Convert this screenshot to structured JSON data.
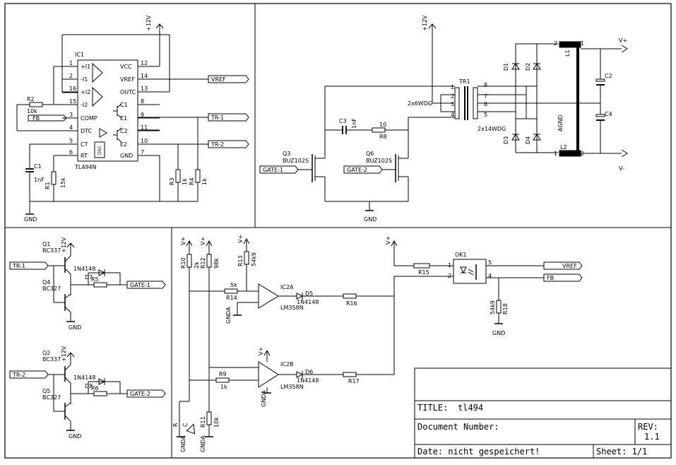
{
  "title_block": {
    "title_label": "TITLE:",
    "title_value": "tl494",
    "docnum_label": "Document Number:",
    "rev_label": "REV:",
    "rev_value": "1.1",
    "date_label": "Date: nicht gespeichert!",
    "sheet_label": "Sheet: 1/1"
  },
  "ic1": {
    "name": "IC1",
    "part": "TL494N",
    "left_pins": [
      {
        "num": "1",
        "label": "+I1"
      },
      {
        "num": "2",
        "label": "-I1"
      },
      {
        "num": "16",
        "label": "+I2"
      },
      {
        "num": "15",
        "label": "-I2"
      },
      {
        "num": "3",
        "label": "COMP"
      },
      {
        "num": "4",
        "label": "DTC"
      },
      {
        "num": "5",
        "label": "CT"
      },
      {
        "num": "6",
        "label": "RT"
      }
    ],
    "right_pins": [
      {
        "num": "12",
        "label": "VCC"
      },
      {
        "num": "14",
        "label": "VREF"
      },
      {
        "num": "13",
        "label": "OUTC"
      },
      {
        "num": "8",
        "label": "C1"
      },
      {
        "num": "9",
        "label": "E1"
      },
      {
        "num": "11",
        "label": "C2"
      },
      {
        "num": "10",
        "label": "E2"
      },
      {
        "num": "7",
        "label": "GND"
      }
    ],
    "osc_label": "OSC"
  },
  "nets": {
    "vref": "VREF",
    "fb": "FB",
    "tr1": "TR-1",
    "tr2": "TR-2",
    "gate1": "GATE-1",
    "gate2": "GATE-2",
    "vplus": "V+",
    "vminus": "V-",
    "v12": "+12V",
    "gnd": "GND",
    "agnd": "AGND",
    "gnda": "GNDA"
  },
  "parts": {
    "R2": {
      "name": "R2",
      "value": "10k"
    },
    "R1": {
      "name": "R1",
      "value": "15k"
    },
    "C1": {
      "name": "C1",
      "value": "1nF"
    },
    "R3": {
      "name": "R3",
      "value": "1k"
    },
    "R4": {
      "name": "R4",
      "value": "1k"
    },
    "C3": {
      "name": "C3",
      "value": "1nF"
    },
    "R8": {
      "name": "R8",
      "value": "10"
    },
    "Q3": {
      "name": "Q3",
      "value": "BUZ102S"
    },
    "Q6": {
      "name": "Q6",
      "value": "BUZ102S"
    },
    "TR1": {
      "name": "TR1",
      "primary": "2x6WDG",
      "secondary": "2x14WDG"
    },
    "D1": "D1",
    "D2": "D2",
    "D3": "D3",
    "D4": "D4",
    "L1": "L1",
    "L2": "L2",
    "C2": "C2",
    "C4": "C4",
    "Q1": {
      "name": "Q1",
      "value": "BC337"
    },
    "Q4": {
      "name": "Q4",
      "value": "BC327"
    },
    "D7": {
      "name": "D7",
      "value": "1N4148"
    },
    "R5": "R5",
    "Q2": {
      "name": "Q2",
      "value": "BC337"
    },
    "Q5": {
      "name": "Q5",
      "value": "BC327"
    },
    "D8": {
      "name": "D8",
      "value": "1N4148"
    },
    "R6": "R6",
    "R10": {
      "name": "R10",
      "value": "2k"
    },
    "R12": {
      "name": "R12",
      "value": "98k"
    },
    "R13": {
      "name": "R13",
      "value": "54k9"
    },
    "R14": {
      "name": "R14",
      "value": "5k"
    },
    "IC2A": {
      "name": "IC2A",
      "value": "LM358N"
    },
    "IC2B": {
      "name": "IC2B",
      "value": "LM358N"
    },
    "D5": {
      "name": "D5",
      "value": "1N4148"
    },
    "D6": {
      "name": "D6",
      "value": "1N4148"
    },
    "R16": "R16",
    "R17": "R17",
    "R9": {
      "name": "R9",
      "value": "1k"
    },
    "R11": {
      "name": "R11",
      "value": "10k"
    },
    "R_label": "R",
    "C_label": "C",
    "R15": "R15",
    "OK1": "OK1",
    "R18": {
      "name": "R18",
      "value": "54k9"
    }
  }
}
